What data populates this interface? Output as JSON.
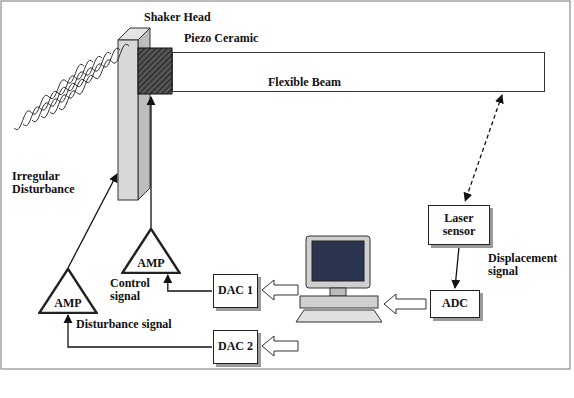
{
  "diagram": {
    "nodes": [
      {
        "text": [
          "Flexible Beam"
        ]
      },
      {
        "text": [
          "AMP"
        ]
      },
      {
        "text": [
          "Laser sensor"
        ]
      },
      {
        "text": [
          "AMP"
        ]
      },
      {
        "text": [
          "DAC 1"
        ]
      },
      {
        "text": [
          "DAC 2"
        ]
      },
      {
        "text": [
          "ADC"
        ]
      }
    ],
    "edges": [
      {
        "from": 0,
        "to": 2,
        "arrow": "both"
      },
      {
        "from": 2,
        "to": 6,
        "arrow": "to"
      },
      {
        "from": 4,
        "to": 1,
        "arrow": "to"
      },
      {
        "from": 5,
        "to": 3,
        "arrow": "to"
      }
    ],
    "labels": [
      "Shaker Head",
      "Piezo Ceramic",
      "Irregular Disturbance",
      "Control signal",
      "Displacement signal",
      "Disturbance signal"
    ]
  }
}
